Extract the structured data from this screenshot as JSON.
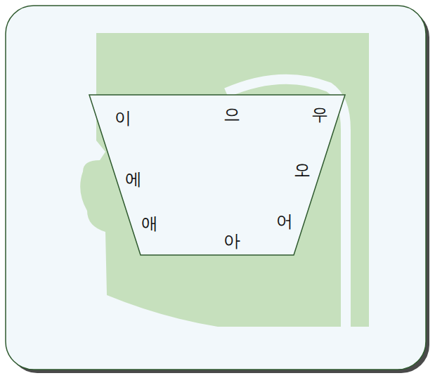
{
  "diagram": {
    "labels": [
      "이",
      "으",
      "우",
      "에",
      "오",
      "애",
      "어",
      "아"
    ]
  }
}
